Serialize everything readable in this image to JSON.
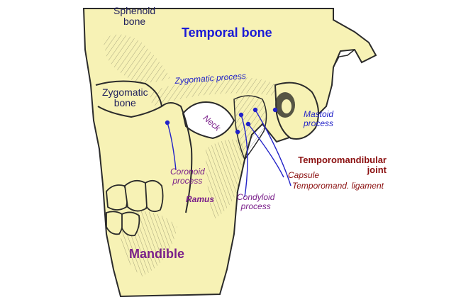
{
  "labels": {
    "sphenoid_bone": [
      "Sphenoid",
      "bone"
    ],
    "temporal_bone": "Temporal bone",
    "zygomatic_bone": [
      "Zygomatic",
      "bone"
    ],
    "zygomatic_process": "Zygomatic process",
    "neck": "Neck",
    "mastoid_process": [
      "Mastoid",
      "process"
    ],
    "temporomandibular_joint": [
      "Temporomandibular",
      "joint"
    ],
    "capsule": "Capsule",
    "temporomandibular_ligament": "Temporomand. ligament",
    "coronoid_process": [
      "Coronoid",
      "process"
    ],
    "condyloid_process": [
      "Condyloid",
      "process"
    ],
    "ramus": "Ramus",
    "mandible": "Mandible"
  },
  "colors": {
    "bone_fill": "#f7f2b5",
    "outline": "#2b2b2b",
    "pointer_blue": "#2323c8",
    "label_blue": "#1a1ad6",
    "label_purple": "#7a1f8a",
    "label_red": "#8b1010",
    "label_navy": "#1f1f5c"
  }
}
